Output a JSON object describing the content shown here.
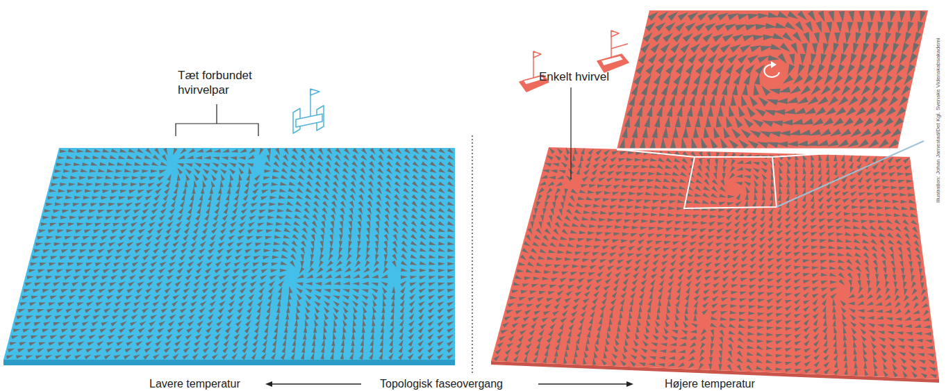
{
  "diagram": {
    "labels": [
      "Tæt forbundet hvirvelpar",
      "Enkelt hvirvel",
      "Lavere temperatur",
      "Topologisk faseovergang",
      "Højere temperatur",
      "Illustration: Johan Jarnestad/Det Kgl. Svenske Videnskabsakademi"
    ]
  }
}
